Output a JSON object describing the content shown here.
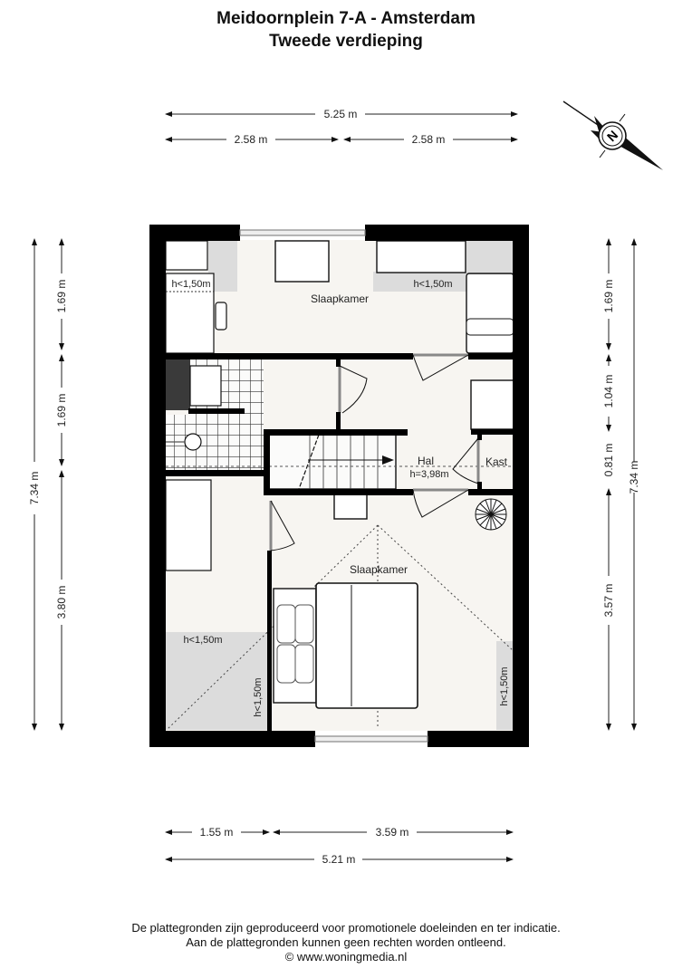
{
  "header": {
    "address": "Meidoornplein 7-A - Amsterdam",
    "floor": "Tweede verdieping"
  },
  "dimensions": {
    "top_total": "5.25 m",
    "top_left": "2.58 m",
    "top_right": "2.58 m",
    "left_total": "7.34 m",
    "left_seg1": "1.69 m",
    "left_seg2": "1.69 m",
    "left_seg3": "3.80 m",
    "right_total": "7.34 m",
    "right_seg1": "1.69 m",
    "right_seg2": "1.04 m",
    "right_seg3": "0.81 m",
    "right_seg4": "3.57 m",
    "bottom_left": "1.55 m",
    "bottom_right": "3.59 m",
    "bottom_total": "5.21 m"
  },
  "rooms": {
    "bedroom_top": "Slaapkamer",
    "hall": "Hal",
    "hall_height": "h=3,98m",
    "closet": "Kast",
    "bedroom_bottom": "Slaapkamer"
  },
  "height_notes": {
    "top_left": "h<1,50m",
    "top_right": "h<1,50m",
    "bottom_left": "h<1,50m",
    "bottom_mid_vertical": "h<1,50m",
    "bottom_right_vertical": "h<1,50m"
  },
  "compass": {
    "label": "N",
    "icon": "compass-north-icon"
  },
  "colors": {
    "wall": "#000000",
    "floor": "#f7f5f1",
    "low_ceiling": "#dcdcdc",
    "dimension_line": "#222222"
  },
  "footer": {
    "line1": "De plattegronden zijn geproduceerd voor promotionele doeleinden en ter indicatie.",
    "line2": "Aan de plattegronden kunnen geen rechten worden ontleend.",
    "line3": "© www.woningmedia.nl"
  }
}
